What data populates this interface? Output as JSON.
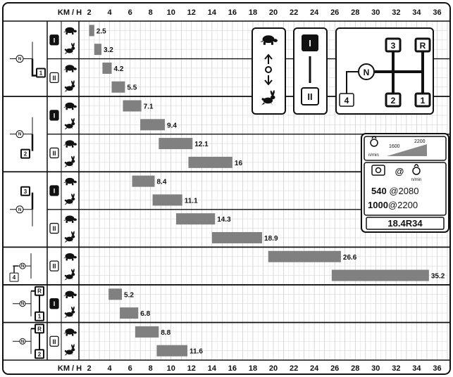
{
  "chart_data": {
    "type": "bar",
    "x_axis_label": "KM / H",
    "ticks": [
      2,
      4,
      6,
      8,
      10,
      12,
      14,
      16,
      18,
      20,
      22,
      24,
      26,
      28,
      30,
      32,
      34,
      36
    ],
    "xlim": [
      1,
      37
    ],
    "rows": [
      {
        "group": "1",
        "range": "I",
        "mode": "slow",
        "start": 2.0,
        "value": 2.5
      },
      {
        "group": "1",
        "range": "I",
        "mode": "fast",
        "start": 2.5,
        "value": 3.2
      },
      {
        "group": "1",
        "range": "II",
        "mode": "slow",
        "start": 3.3,
        "value": 4.2
      },
      {
        "group": "1",
        "range": "II",
        "mode": "fast",
        "start": 4.2,
        "value": 5.5
      },
      {
        "group": "2",
        "range": "I",
        "mode": "slow",
        "start": 5.3,
        "value": 7.1
      },
      {
        "group": "2",
        "range": "I",
        "mode": "fast",
        "start": 7.0,
        "value": 9.4
      },
      {
        "group": "2",
        "range": "II",
        "mode": "slow",
        "start": 8.8,
        "value": 12.1
      },
      {
        "group": "2",
        "range": "II",
        "mode": "fast",
        "start": 11.7,
        "value": 16.0
      },
      {
        "group": "3",
        "range": "I",
        "mode": "slow",
        "start": 6.2,
        "value": 8.4
      },
      {
        "group": "3",
        "range": "I",
        "mode": "fast",
        "start": 8.2,
        "value": 11.1
      },
      {
        "group": "3",
        "range": "II",
        "mode": "slow",
        "start": 10.5,
        "value": 14.3
      },
      {
        "group": "3",
        "range": "II",
        "mode": "fast",
        "start": 14.0,
        "value": 18.9
      },
      {
        "group": "4",
        "range": "II",
        "mode": "slow",
        "start": 19.5,
        "value": 26.6
      },
      {
        "group": "4",
        "range": "II",
        "mode": "fast",
        "start": 25.7,
        "value": 35.2
      },
      {
        "group": "R1",
        "range": "I",
        "mode": "slow",
        "start": 3.9,
        "value": 5.2
      },
      {
        "group": "R1",
        "range": "I",
        "mode": "fast",
        "start": 5.0,
        "value": 6.8
      },
      {
        "group": "R2",
        "range": "II",
        "mode": "slow",
        "start": 6.5,
        "value": 8.8
      },
      {
        "group": "R2",
        "range": "II",
        "mode": "fast",
        "start": 8.6,
        "value": 11.6
      }
    ],
    "legend_gears": [
      "3",
      "R",
      "N",
      "4",
      "2",
      "1"
    ],
    "legend_ranges": [
      "I",
      "II"
    ],
    "engine_rpm": {
      "low": "1600",
      "high": "2200",
      "unit": "n/min"
    },
    "pto": {
      "at": "@",
      "unit": "n/min",
      "lines": [
        {
          "pto": "540",
          "at": "@",
          "rpm": "2080"
        },
        {
          "pto": "1000",
          "at": "@",
          "rpm": "2200"
        }
      ]
    },
    "tire": "18.4R34"
  }
}
